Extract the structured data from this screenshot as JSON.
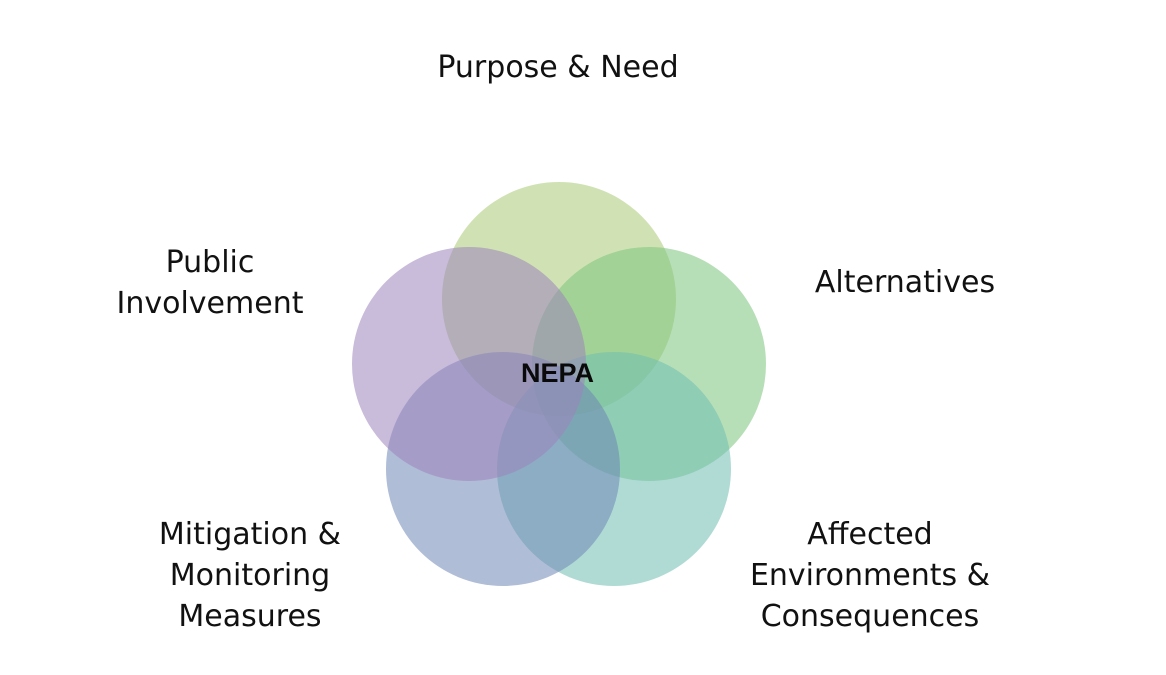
{
  "center": {
    "label": "NEPA"
  },
  "petals": [
    {
      "id": "purpose",
      "lines": [
        "Purpose & Need"
      ],
      "color": "#a9cb74"
    },
    {
      "id": "alternatives",
      "lines": [
        "Alternatives"
      ],
      "color": "#7cc57c"
    },
    {
      "id": "affected",
      "lines": [
        "Affected",
        "Environments &",
        "Consequences"
      ],
      "color": "#6fbeb2"
    },
    {
      "id": "mitigation",
      "lines": [
        "Mitigation &",
        "Monitoring",
        "Measures"
      ],
      "color": "#6f86b6"
    },
    {
      "id": "public",
      "lines": [
        "Public",
        "Involvement"
      ],
      "color": "#9c84bc"
    }
  ]
}
